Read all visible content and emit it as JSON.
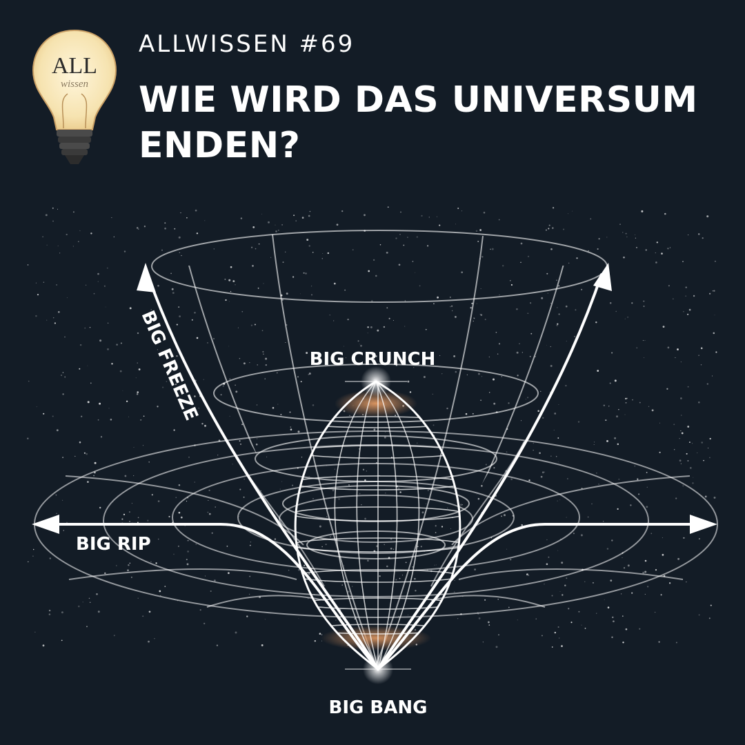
{
  "header": {
    "series": "ALLWISSEN #69",
    "title": "WIE WIRD DAS UNIVERSUM ENDEN?",
    "logo_text": "ALL",
    "logo_subtext": "wissen"
  },
  "diagram": {
    "labels": {
      "big_crunch": "BIG CRUNCH",
      "big_freeze": "BIG FREEZE",
      "big_rip": "BIG RIP",
      "big_bang": "BIG BANG"
    }
  },
  "colors": {
    "background": "#131c26",
    "lines": "#ffffff",
    "glow": "#d98a5a",
    "bulb": "#f6e3b0"
  }
}
